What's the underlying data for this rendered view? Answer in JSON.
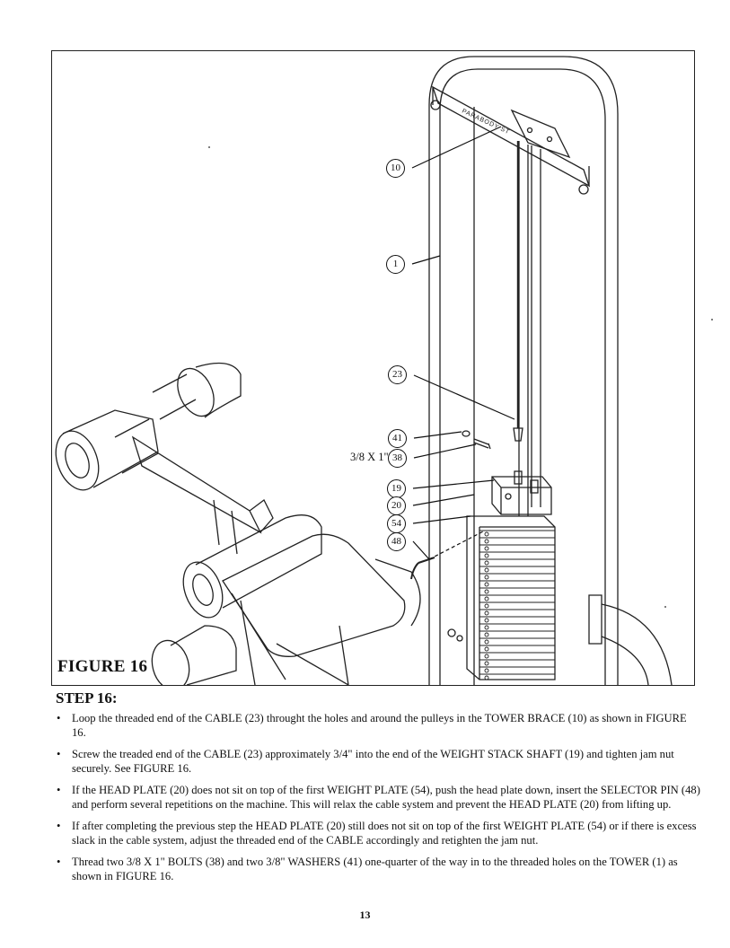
{
  "figure": {
    "caption": "FIGURE 16",
    "tower_label": "PARABODY ST",
    "bolt_size": "3/8 X 1\"",
    "callouts": {
      "c10": "10",
      "c1": "1",
      "c23": "23",
      "c41": "41",
      "c38": "38",
      "c19": "19",
      "c20": "20",
      "c54": "54",
      "c48": "48"
    }
  },
  "step": {
    "heading": "STEP 16:",
    "bullet": "•",
    "items": [
      "Loop the threaded end of the CABLE (23) throught the holes and around the pulleys in the TOWER BRACE (10) as shown in FIGURE 16.",
      "Screw the treaded end of the CABLE (23) approximately 3/4\" into the end of the WEIGHT STACK SHAFT (19) and tighten jam nut securely. See FIGURE 16.",
      "If the HEAD PLATE (20) does not sit on top of the first WEIGHT PLATE (54), push the head plate down, insert the SELECTOR PIN (48) and perform several repetitions on the machine. This will relax the cable system and prevent the HEAD PLATE (20) from lifting up.",
      "If after completing the previous step the HEAD PLATE (20) still does not sit on top of the first WEIGHT PLATE (54) or if there is excess slack in the cable system, adjust the threaded end of the CABLE accordingly and retighten the jam nut.",
      "Thread two 3/8 X 1\" BOLTS (38) and two 3/8\" WASHERS (41) one-quarter of the way in to the threaded holes on the TOWER (1) as shown in FIGURE 16."
    ]
  },
  "page_number": "13"
}
